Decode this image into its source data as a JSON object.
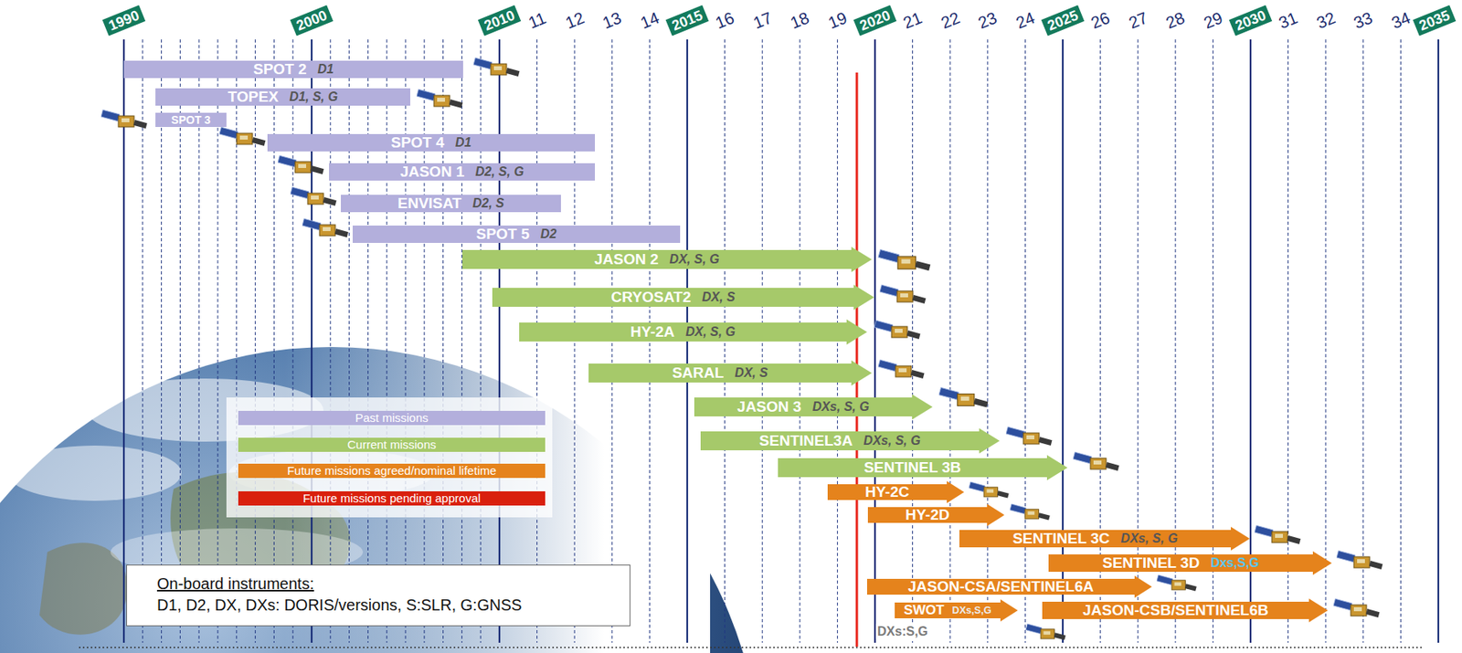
{
  "diagram": {
    "nodes": [
      {
        "text": [
          "SPOT 2",
          "D1"
        ]
      },
      {
        "text": [
          "TOPEX",
          "D1, S, G"
        ]
      },
      {
        "text": [
          "SPOT 3"
        ]
      },
      {
        "text": [
          "SPOT 4",
          "D1"
        ]
      },
      {
        "text": [
          "JASON 1",
          "D2, S, G"
        ]
      },
      {
        "text": [
          "ENVISAT",
          "D2, S"
        ]
      },
      {
        "text": [
          "SPOT 5",
          "D2"
        ]
      },
      {
        "text": [
          "JASON 2",
          "DX, S, G"
        ]
      },
      {
        "text": [
          "CRYOSAT2",
          "DX, S"
        ]
      },
      {
        "text": [
          "HY-2A",
          "DX, S, G"
        ]
      },
      {
        "text": [
          "SARAL",
          "DX, S"
        ]
      },
      {
        "text": [
          "JASON 3",
          "DXs, S, G"
        ]
      },
      {
        "text": [
          "SENTINEL3A",
          "DXs, S, G"
        ]
      },
      {
        "text": [
          "SENTINEL 3B"
        ]
      },
      {
        "text": [
          "HY-2C"
        ]
      },
      {
        "text": [
          "HY-2D"
        ]
      },
      {
        "text": [
          "SENTINEL 3C",
          "DXs, S, G"
        ]
      },
      {
        "text": [
          "SENTINEL 3D",
          "Dxs,S,G"
        ]
      },
      {
        "text": [
          "JASON-CSA/SENTINEL6A"
        ]
      },
      {
        "text": [
          "JASON-CSB/SENTINEL6B"
        ]
      },
      {
        "text": [
          "SWOT",
          "DXs,S,G"
        ]
      },
      {
        "text": [
          "On-board instruments:",
          "D1, D2, DX, DXs: DORIS/versions, S:SLR, G:GNSS"
        ]
      }
    ],
    "labels": [
      "1990",
      "2000",
      "2010",
      "11",
      "12",
      "13",
      "14",
      "2015",
      "16",
      "17",
      "18",
      "19",
      "2020",
      "21",
      "22",
      "23",
      "24",
      "2025",
      "26",
      "27",
      "28",
      "29",
      "2030",
      "31",
      "32",
      "33",
      "34",
      "2035",
      "DXs:S,G"
    ],
    "legend": [
      {
        "text": "Past missions",
        "color": "#b3afdc"
      },
      {
        "text": "Current missions",
        "color": "#a6c96a"
      },
      {
        "text": "Future missions agreed/nominal lifetime",
        "color": "#e5831c"
      },
      {
        "text": "Future missions pending approval",
        "color": "#d9200d"
      }
    ]
  }
}
